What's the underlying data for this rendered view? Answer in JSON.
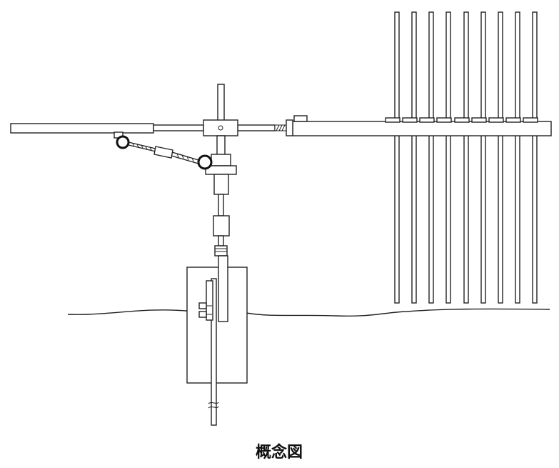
{
  "caption": "概念図",
  "element_names": [
    "ground-line",
    "underground-box",
    "vertical-pole",
    "horizontal-boom",
    "left-arm",
    "right-arm",
    "mast-pipe",
    "support-strut",
    "rod-elements",
    "center-clamp"
  ]
}
